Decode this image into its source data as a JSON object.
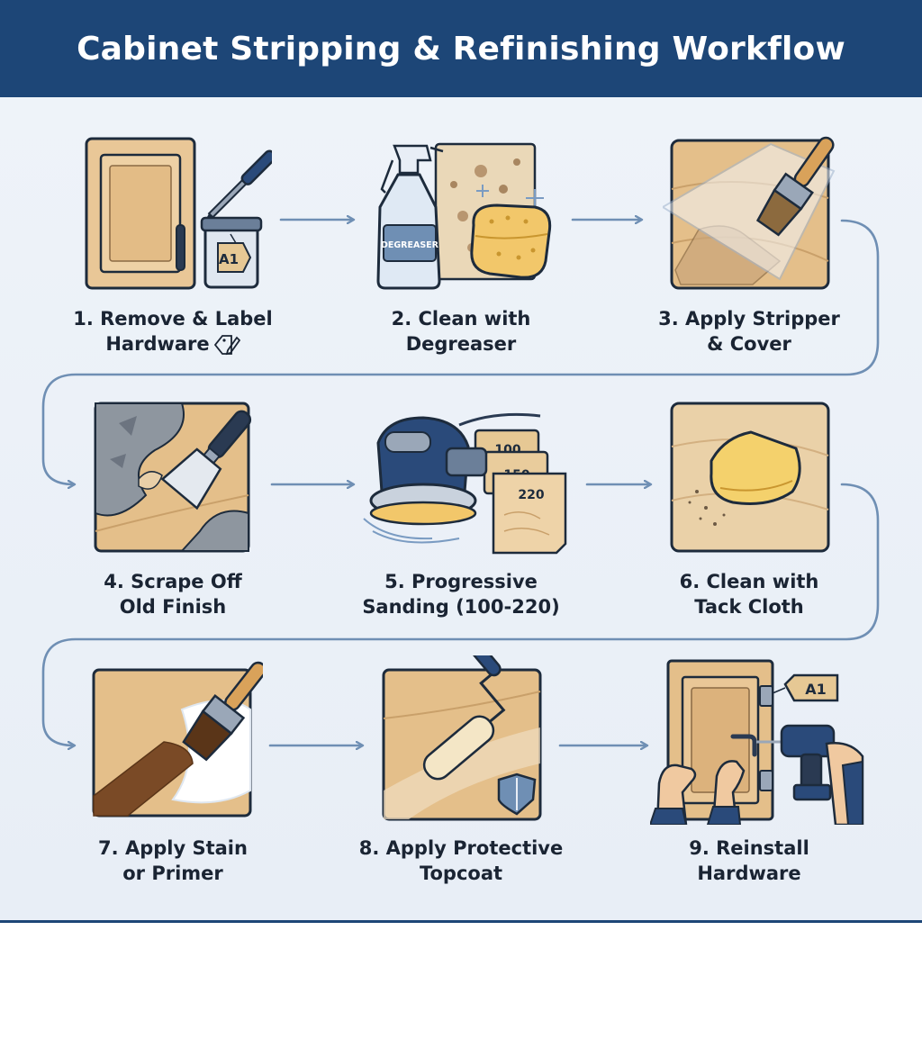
{
  "title": "Cabinet Stripping & Refinishing Workflow",
  "colors": {
    "header": "#1d4677",
    "background": "#eef3f9",
    "arrow": "#6f8fb4",
    "wood": "#e8c594",
    "outline": "#1d2b3c"
  },
  "steps": [
    {
      "line1": "1. Remove & Label",
      "line2": "Hardware",
      "icon": "cabinet-door-screwdriver-icon",
      "tag": "A1"
    },
    {
      "line1": "2. Clean with",
      "line2": "Degreaser",
      "icon": "spray-bottle-sponge-icon",
      "bottle_label": "DEGREASER"
    },
    {
      "line1": "3. Apply Stripper",
      "line2": "& Cover",
      "icon": "brush-stripper-cover-icon"
    },
    {
      "line1": "4. Scrape Off",
      "line2": "Old Finish",
      "icon": "putty-knife-scraper-icon"
    },
    {
      "line1": "5. Progressive",
      "line2": "Sanding (100-220)",
      "icon": "orbital-sander-icon",
      "grits": [
        "100",
        "150",
        "220"
      ]
    },
    {
      "line1": "6. Clean with",
      "line2": "Tack Cloth",
      "icon": "tack-cloth-icon"
    },
    {
      "line1": "7. Apply Stain",
      "line2": "or Primer",
      "icon": "stain-brush-icon"
    },
    {
      "line1": "8. Apply Protective",
      "line2": "Topcoat",
      "icon": "paint-roller-shield-icon"
    },
    {
      "line1": "9. Reinstall",
      "line2": "Hardware",
      "icon": "drill-reinstall-icon",
      "tag": "A1"
    }
  ]
}
